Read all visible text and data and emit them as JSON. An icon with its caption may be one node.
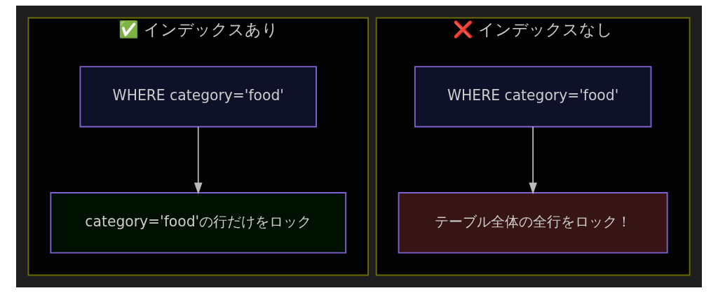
{
  "diagram": {
    "nodes": [
      {
        "text": [
          "✅ インデックスあり"
        ]
      },
      {
        "text": [
          "WHERE category='food'"
        ],
        "in": 0
      },
      {
        "text": [
          "category='food'の行だけをロック"
        ],
        "in": 0
      },
      {
        "text": [
          "❌ インデックスなし"
        ]
      },
      {
        "text": [
          "WHERE category='food'"
        ],
        "in": 3
      },
      {
        "text": [
          "テーブル全体の全行をロック！"
        ],
        "in": 3
      }
    ],
    "edges": [
      {
        "from": 1,
        "to": 2,
        "arrow": "to"
      },
      {
        "from": 4,
        "to": 5,
        "arrow": "to"
      }
    ]
  }
}
